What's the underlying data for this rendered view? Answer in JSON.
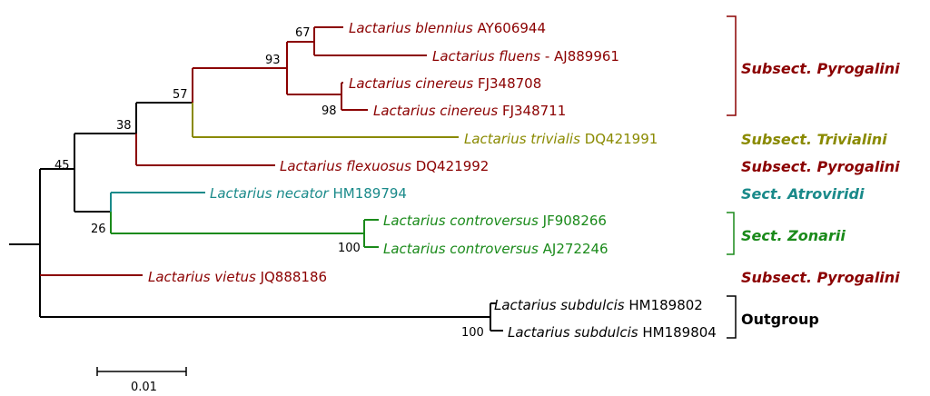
{
  "colors": {
    "pyrogalini": "#8b0000",
    "trivialini": "#8a8a00",
    "atroviridi": "#1a8a8a",
    "zonarii": "#1a8a1a",
    "outgroup": "#000000"
  },
  "tips": {
    "blennius": {
      "species": "Lactarius blennius",
      "acc": "AY606944"
    },
    "fluens": {
      "species": "Lactarius fluens",
      "acc": "- AJ889961"
    },
    "cinereus1": {
      "species": "Lactarius cinereus",
      "acc": "FJ348708"
    },
    "cinereus2": {
      "species": "Lactarius cinereus",
      "acc": "FJ348711"
    },
    "trivialis": {
      "species": "Lactarius trivialis",
      "acc": "DQ421991"
    },
    "flexuosus": {
      "species": "Lactarius flexuosus",
      "acc": "DQ421992"
    },
    "necator": {
      "species": "Lactarius necator",
      "acc": "HM189794"
    },
    "controversus1": {
      "species": "Lactarius controversus",
      "acc": "JF908266"
    },
    "controversus2": {
      "species": "Lactarius controversus",
      "acc": "AJ272246"
    },
    "vietus": {
      "species": "Lactarius vietus",
      "acc": "JQ888186"
    },
    "subdulcis1": {
      "species": "Lactarius subdulcis",
      "acc": "HM189802"
    },
    "subdulcis2": {
      "species": "Lactarius subdulcis",
      "acc": "HM189804"
    }
  },
  "support": {
    "n67": "67",
    "n93": "93",
    "n57": "57",
    "n98": "98",
    "n38": "38",
    "n45": "45",
    "n26": "26",
    "n100a": "100",
    "n100b": "100"
  },
  "groups": {
    "pyrogalini1": "Subsect. Pyrogalini",
    "trivialini": "Subsect. Trivialini",
    "pyrogalini2": "Subsect. Pyrogalini",
    "atroviridi": "Sect. Atroviridi",
    "zonarii": "Sect. Zonarii",
    "pyrogalini3": "Subsect. Pyrogalini",
    "outgroup": "Outgroup"
  },
  "scale_label": "0.01"
}
